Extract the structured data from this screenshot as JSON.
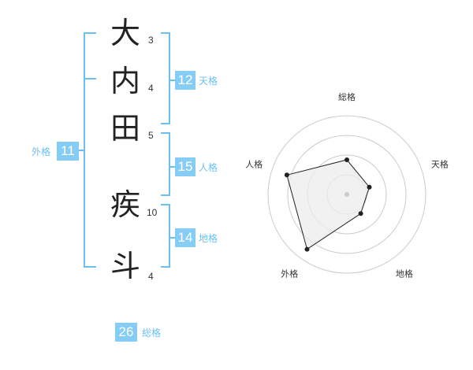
{
  "name": {
    "characters": [
      {
        "char": "大",
        "strokes": "3"
      },
      {
        "char": "内",
        "strokes": "4"
      },
      {
        "char": "田",
        "strokes": "5"
      },
      {
        "char": "疾",
        "strokes": "10"
      },
      {
        "char": "斗",
        "strokes": "4"
      }
    ]
  },
  "fortune": {
    "tenkaku": {
      "value": "12",
      "label": "天格"
    },
    "jinkaku": {
      "value": "15",
      "label": "人格"
    },
    "chikaku": {
      "value": "14",
      "label": "地格"
    },
    "gaikaku": {
      "value": "11",
      "label": "外格"
    },
    "soukaku": {
      "value": "26",
      "label": "総格"
    }
  },
  "colors": {
    "accent": "#86cdf6",
    "bracket": "#6cc0f0"
  },
  "chart_data": {
    "type": "radar",
    "axes": [
      "総格",
      "天格",
      "地格",
      "外格",
      "人格"
    ],
    "values": [
      2.2,
      1.5,
      1.5,
      4.3,
      4.0
    ],
    "max": 5,
    "rings": 4
  }
}
